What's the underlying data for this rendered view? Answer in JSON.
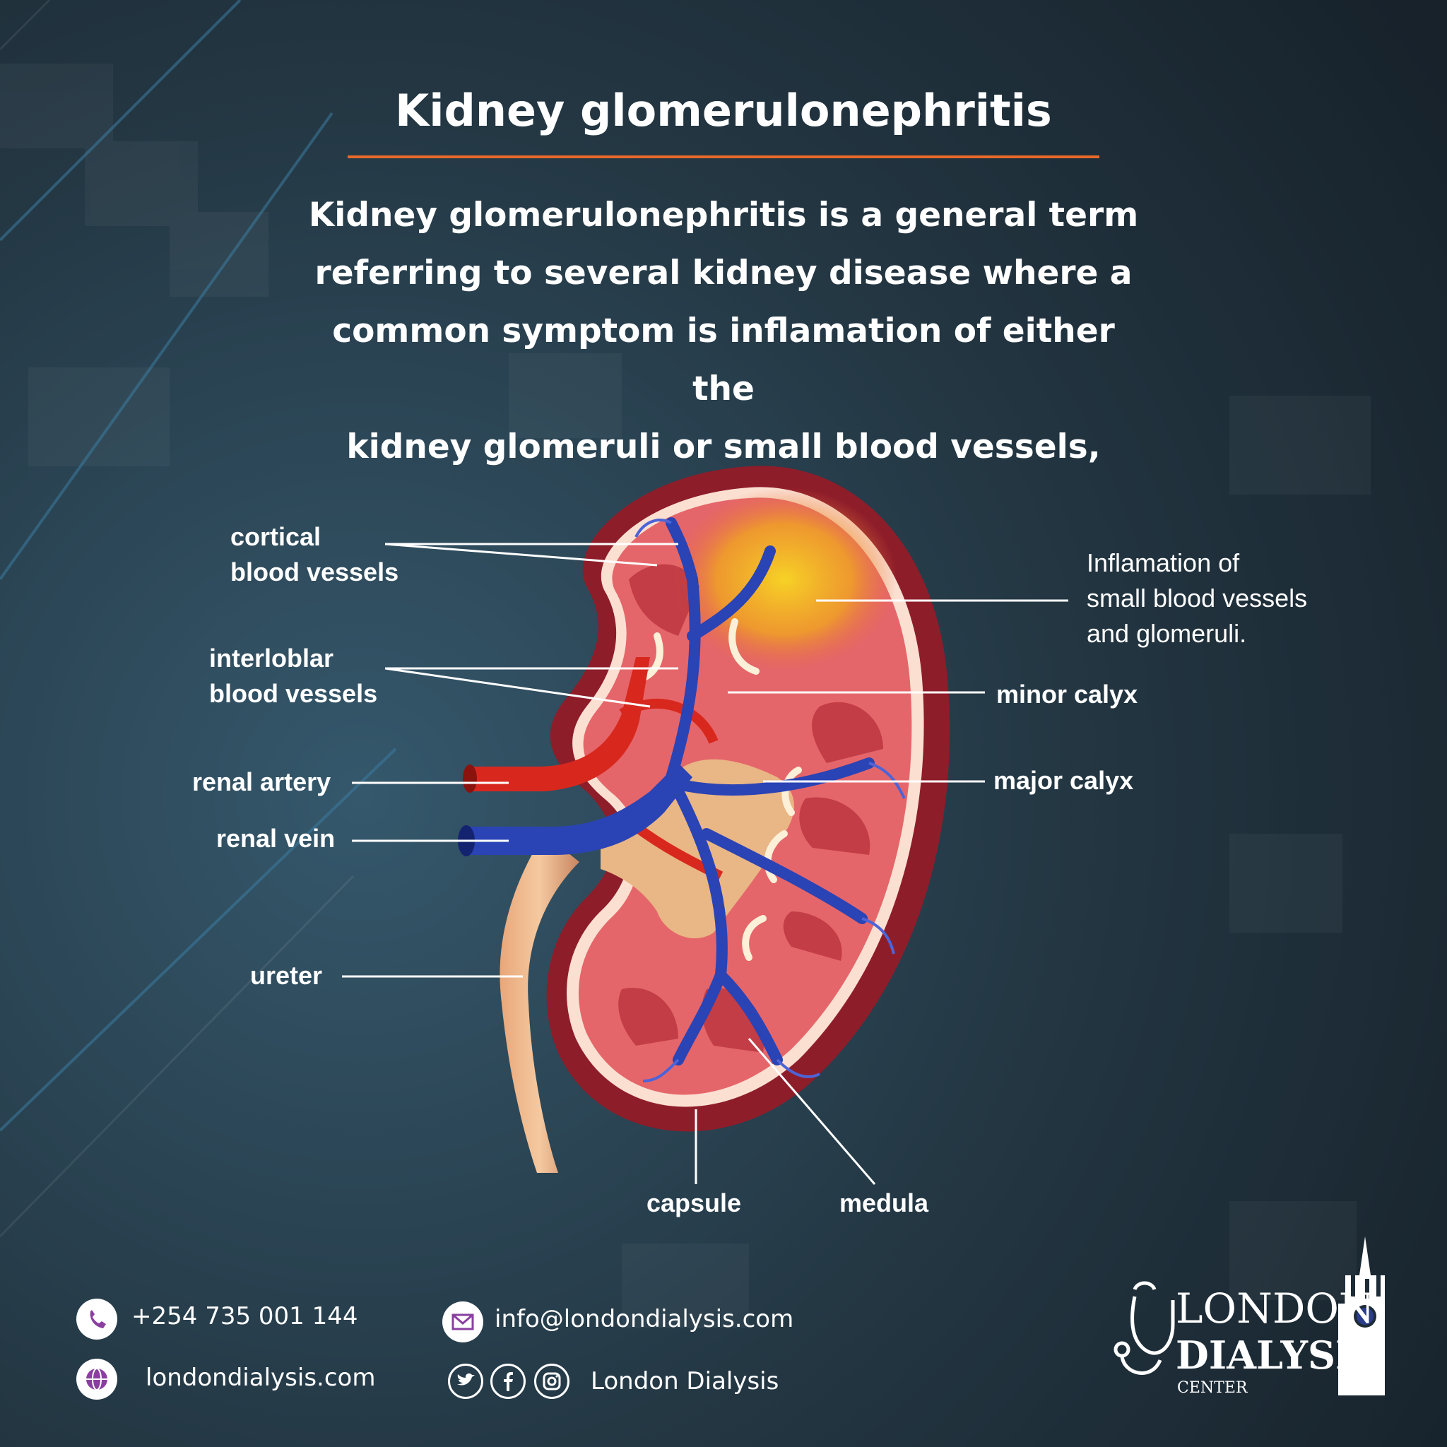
{
  "title": "Kidney glomerulonephritis",
  "description": [
    "Kidney glomerulonephritis is a general term",
    "referring to several kidney disease where a",
    "common symptom is inflamation of either the",
    "kidney glomeruli or small blood vessels,"
  ],
  "labels": {
    "cortical": [
      "cortical",
      "blood vessels"
    ],
    "interlobular": [
      "interloblar",
      "blood vessels"
    ],
    "renal_artery": "renal artery",
    "renal_vein": "renal vein",
    "ureter": "ureter",
    "capsule": "capsule",
    "medula": "medula",
    "inflamation": [
      "Inflamation of",
      "small blood vessels",
      "and glomeruli."
    ],
    "minor_calyx": "minor calyx",
    "major_calyx": "major calyx"
  },
  "contact": {
    "phone": "+254 735 001 144",
    "email": "info@londondialysis.com",
    "website": "londondialysis.com",
    "social": "London Dialysis"
  },
  "logo": {
    "line1": "LONDON",
    "line2": "DIALYSIS",
    "line3": "CENTER"
  },
  "icons": [
    "phone-icon",
    "email-icon",
    "globe-icon",
    "twitter-icon",
    "facebook-icon",
    "instagram-icon",
    "stethoscope-icon",
    "clock-tower-icon"
  ],
  "colors": {
    "background": "#1e2c37",
    "accent_rule": "#e8692a",
    "artery": "#d8281e",
    "vein": "#2a43b5",
    "inflamation": "#f2c21a"
  }
}
